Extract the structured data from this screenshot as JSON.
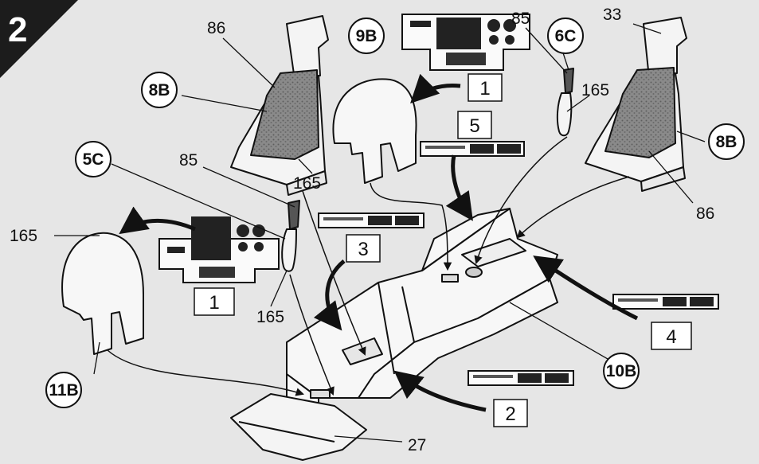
{
  "step_number": "2",
  "part_codes": {
    "seat_left": "8B",
    "seat_right": "8B",
    "bulkhead_rear": "9B",
    "bulkhead_front": "11B",
    "stick_left": "5C",
    "stick_right": "6C",
    "tub": "10B"
  },
  "part_numbers": {
    "seat_cushion_left": "86",
    "seat_cushion_right": "86",
    "headrest_right": "33",
    "stick_left": "85",
    "stick_right": "85",
    "stick_base_left": "165",
    "stick_base_right": "165",
    "seat_base_left": "165",
    "bulkhead_front_paint": "165",
    "floor_panel": "27"
  },
  "decal_numbers": {
    "panel_front": "1",
    "panel_rear": "1",
    "side_rear": "5",
    "side_front": "3",
    "console_front": "2",
    "console_rear": "4"
  }
}
